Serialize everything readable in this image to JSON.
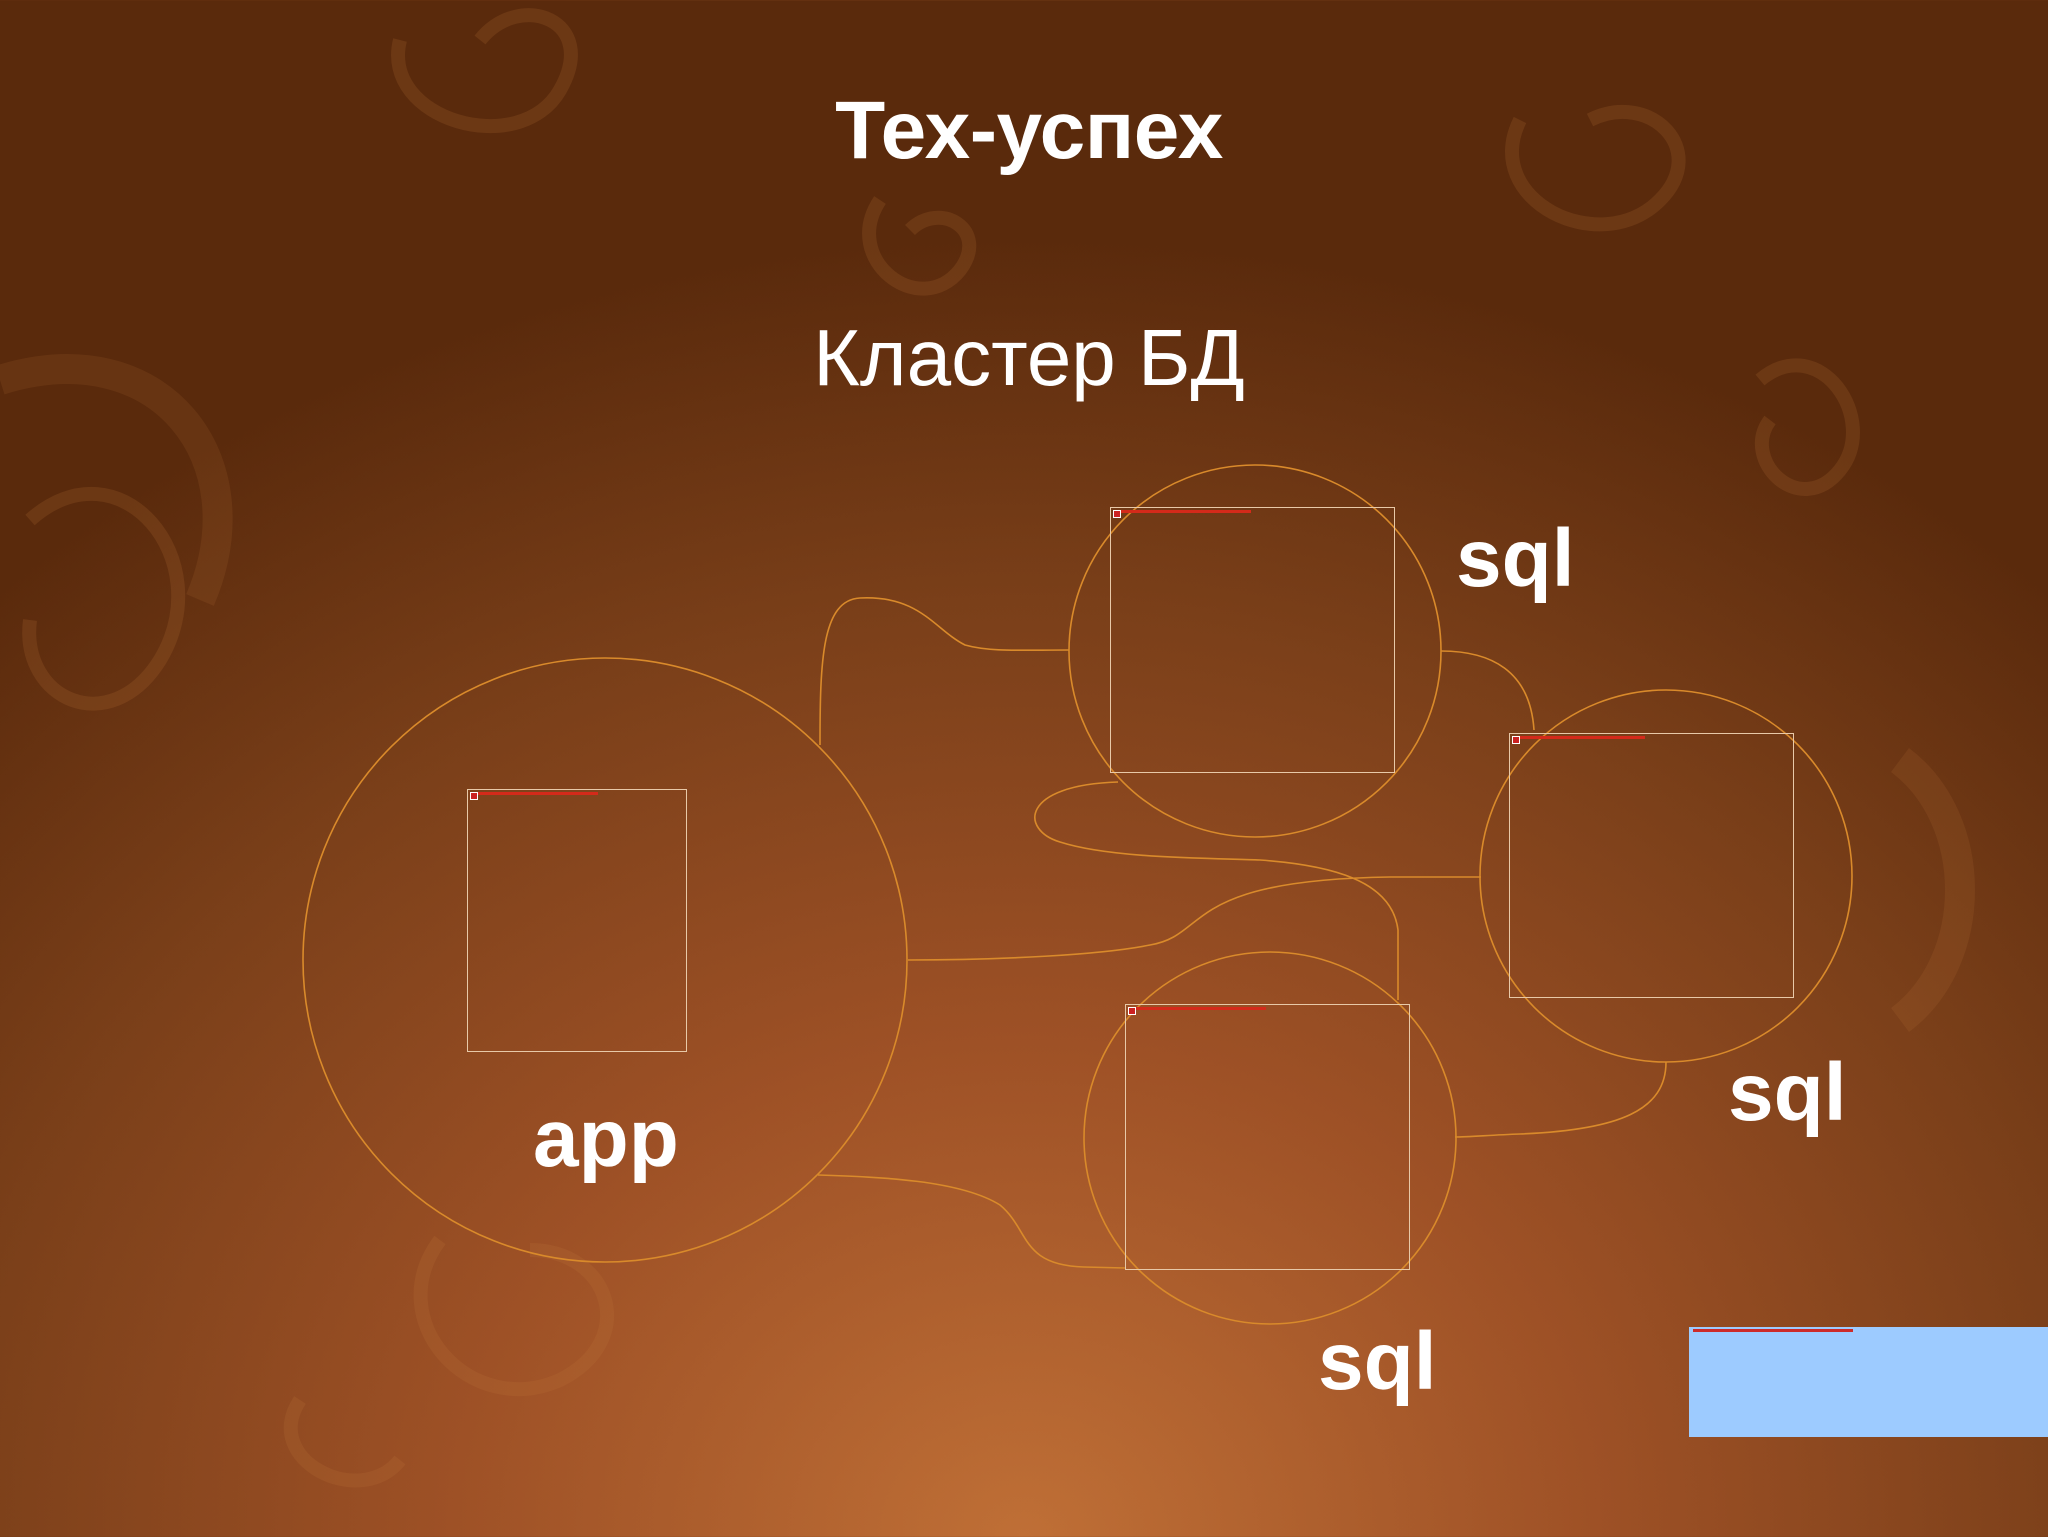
{
  "slide": {
    "title": "Тех-успех",
    "subtitle": "Кластер БД"
  },
  "nodes": [
    {
      "id": "app",
      "label": "app"
    },
    {
      "id": "sql-top",
      "label": "sql"
    },
    {
      "id": "sql-right",
      "label": "sql"
    },
    {
      "id": "sql-bottom",
      "label": "sql"
    }
  ],
  "colors": {
    "background_light": "#bf6f36",
    "background_dark": "#5a2a0c",
    "connector": "#d98a2b",
    "image_frame": "#e8c9a8",
    "text": "#ffffff",
    "placeholder_blue": "#9dcbff"
  }
}
